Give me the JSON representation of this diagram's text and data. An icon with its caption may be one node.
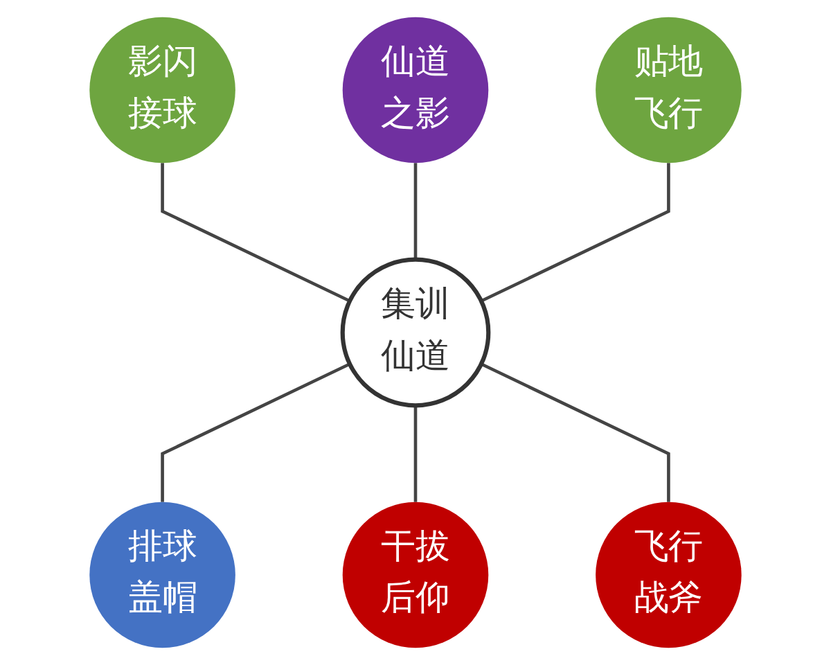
{
  "diagram": {
    "nodes": [
      {
        "text": [
          "仙道之影"
        ]
      },
      {
        "text": [
          "影闪接球"
        ]
      },
      {
        "text": [
          "贴地飞行"
        ]
      },
      {
        "text": [
          "集训仙道"
        ]
      },
      {
        "text": [
          "排球盖帽"
        ]
      },
      {
        "text": [
          "飞行战斧"
        ]
      },
      {
        "text": [
          "干拔后仰"
        ]
      }
    ],
    "edges": [
      {
        "from": 1,
        "to": 3,
        "arrow": "none"
      },
      {
        "from": 0,
        "to": 3,
        "arrow": "none"
      },
      {
        "from": 2,
        "to": 3,
        "arrow": "none"
      },
      {
        "from": 3,
        "to": 4,
        "arrow": "none"
      },
      {
        "from": 3,
        "to": 6,
        "arrow": "none"
      },
      {
        "from": 3,
        "to": 5,
        "arrow": "none"
      }
    ]
  }
}
